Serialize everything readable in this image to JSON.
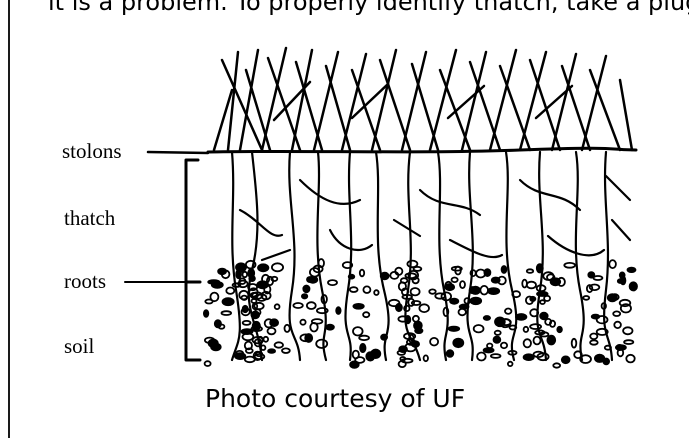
{
  "header": {
    "partial_text": "it is a problem. To properly identify thatch, take a plug"
  },
  "diagram": {
    "labels": {
      "stolons": "stolons",
      "thatch": "thatch",
      "roots": "roots",
      "soil": "soil"
    },
    "caption": "Photo courtesy of UF"
  }
}
